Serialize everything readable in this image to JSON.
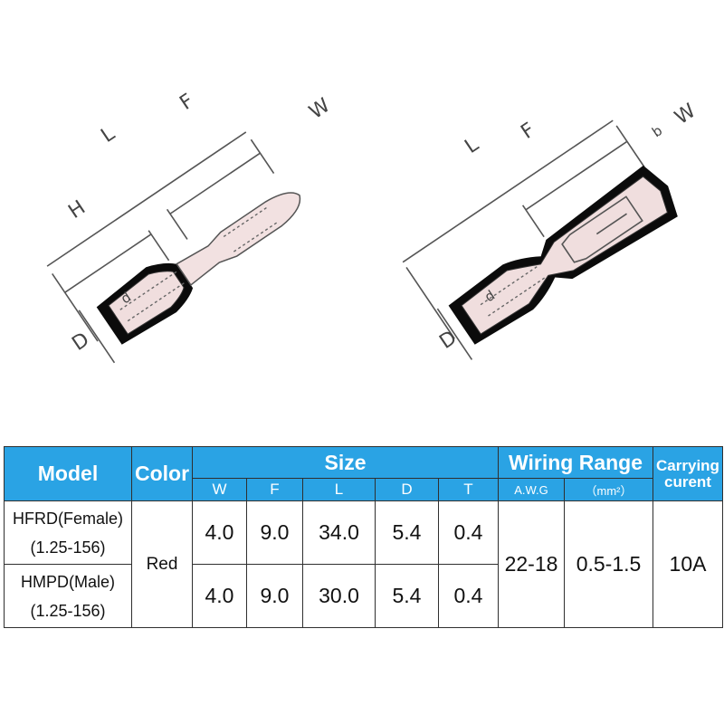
{
  "diagram": {
    "female_labels": {
      "L": "L",
      "F": "F",
      "H": "H",
      "W": "W",
      "d": "d",
      "D": "D"
    },
    "male_labels": {
      "L": "L",
      "F": "F",
      "W": "W",
      "b": "b",
      "d": "d",
      "D": "D"
    }
  },
  "table": {
    "headers": {
      "model": "Model",
      "color": "Color",
      "size": "Size",
      "wiring_range": "Wiring Range",
      "carrying_line1": "Carrying",
      "carrying_line2": "curent"
    },
    "size_columns": [
      "W",
      "F",
      "L",
      "D",
      "T"
    ],
    "wiring_columns": [
      "A.W.G",
      "（mm²）"
    ],
    "rows": [
      {
        "model_line1": "HFRD(Female)",
        "model_line2": "(1.25-156)",
        "sizes": [
          "4.0",
          "9.0",
          "34.0",
          "5.4",
          "0.4"
        ]
      },
      {
        "model_line1": "HMPD(Male)",
        "model_line2": "(1.25-156)",
        "sizes": [
          "4.0",
          "9.0",
          "30.0",
          "5.4",
          "0.4"
        ]
      }
    ],
    "color": "Red",
    "awg": "22-18",
    "mm2": "0.5-1.5",
    "current": "10A"
  },
  "colors": {
    "header_bg": "#2aa3e4",
    "sleeve": "#0b0b0b",
    "pin": "#f2e1e1"
  }
}
